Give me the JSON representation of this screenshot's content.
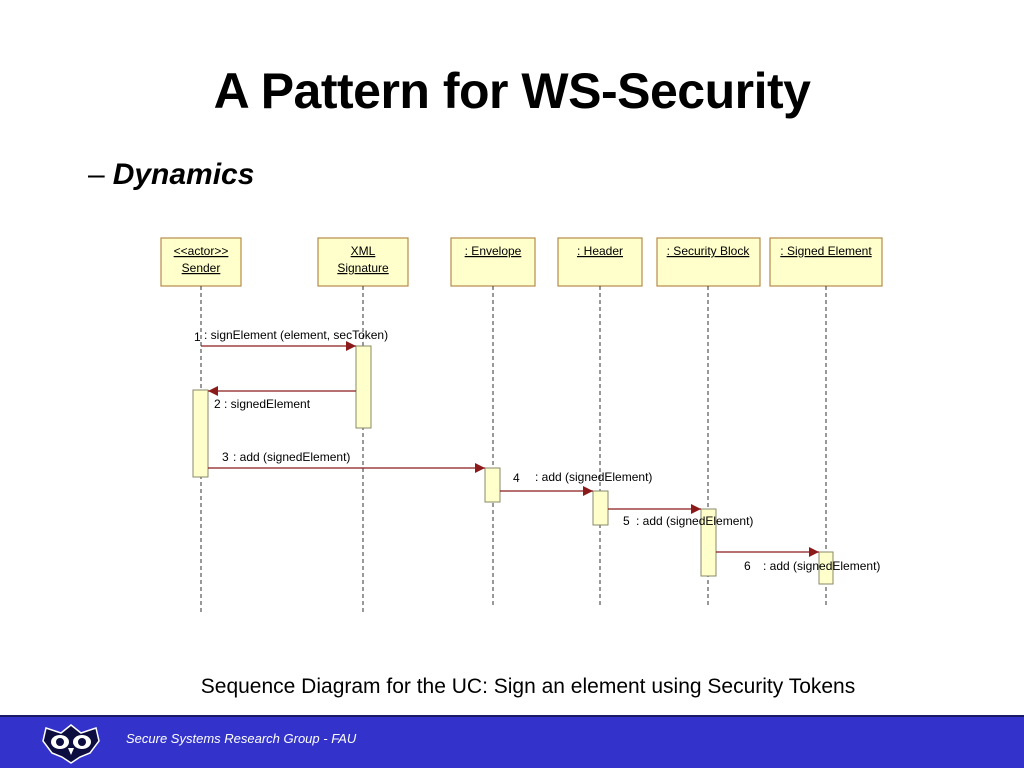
{
  "slide": {
    "title": "A Pattern for WS-Security",
    "subtitle_dash": "–",
    "subtitle": "Dynamics",
    "caption": "Sequence Diagram for the UC: Sign an element using Security Tokens"
  },
  "footer": {
    "org": "Secure Systems Research Group - FAU",
    "background": "#3333cc"
  },
  "diagram": {
    "box_fill": "#ffffcc",
    "box_stroke": "#b88a4a",
    "arrow_color": "#8b1a1a",
    "lifelines": [
      {
        "lines": [
          "<<actor>>",
          "Sender"
        ]
      },
      {
        "lines": [
          "XML",
          "Signature"
        ]
      },
      {
        "lines": [
          ": Envelope"
        ]
      },
      {
        "lines": [
          ": Header"
        ]
      },
      {
        "lines": [
          ": Security Block"
        ]
      },
      {
        "lines": [
          ": Signed Element"
        ]
      }
    ],
    "messages": [
      {
        "num": "1",
        "label": ": signElement (element, secToken)"
      },
      {
        "num": "2",
        "label": ": signedElement"
      },
      {
        "num": "3",
        "label": ": add (signedElement)"
      },
      {
        "num": "4",
        "label": ": add (signedElement)"
      },
      {
        "num": "5",
        "label": ": add (signedElement)"
      },
      {
        "num": "6",
        "label": ": add (signedElement)"
      }
    ]
  }
}
